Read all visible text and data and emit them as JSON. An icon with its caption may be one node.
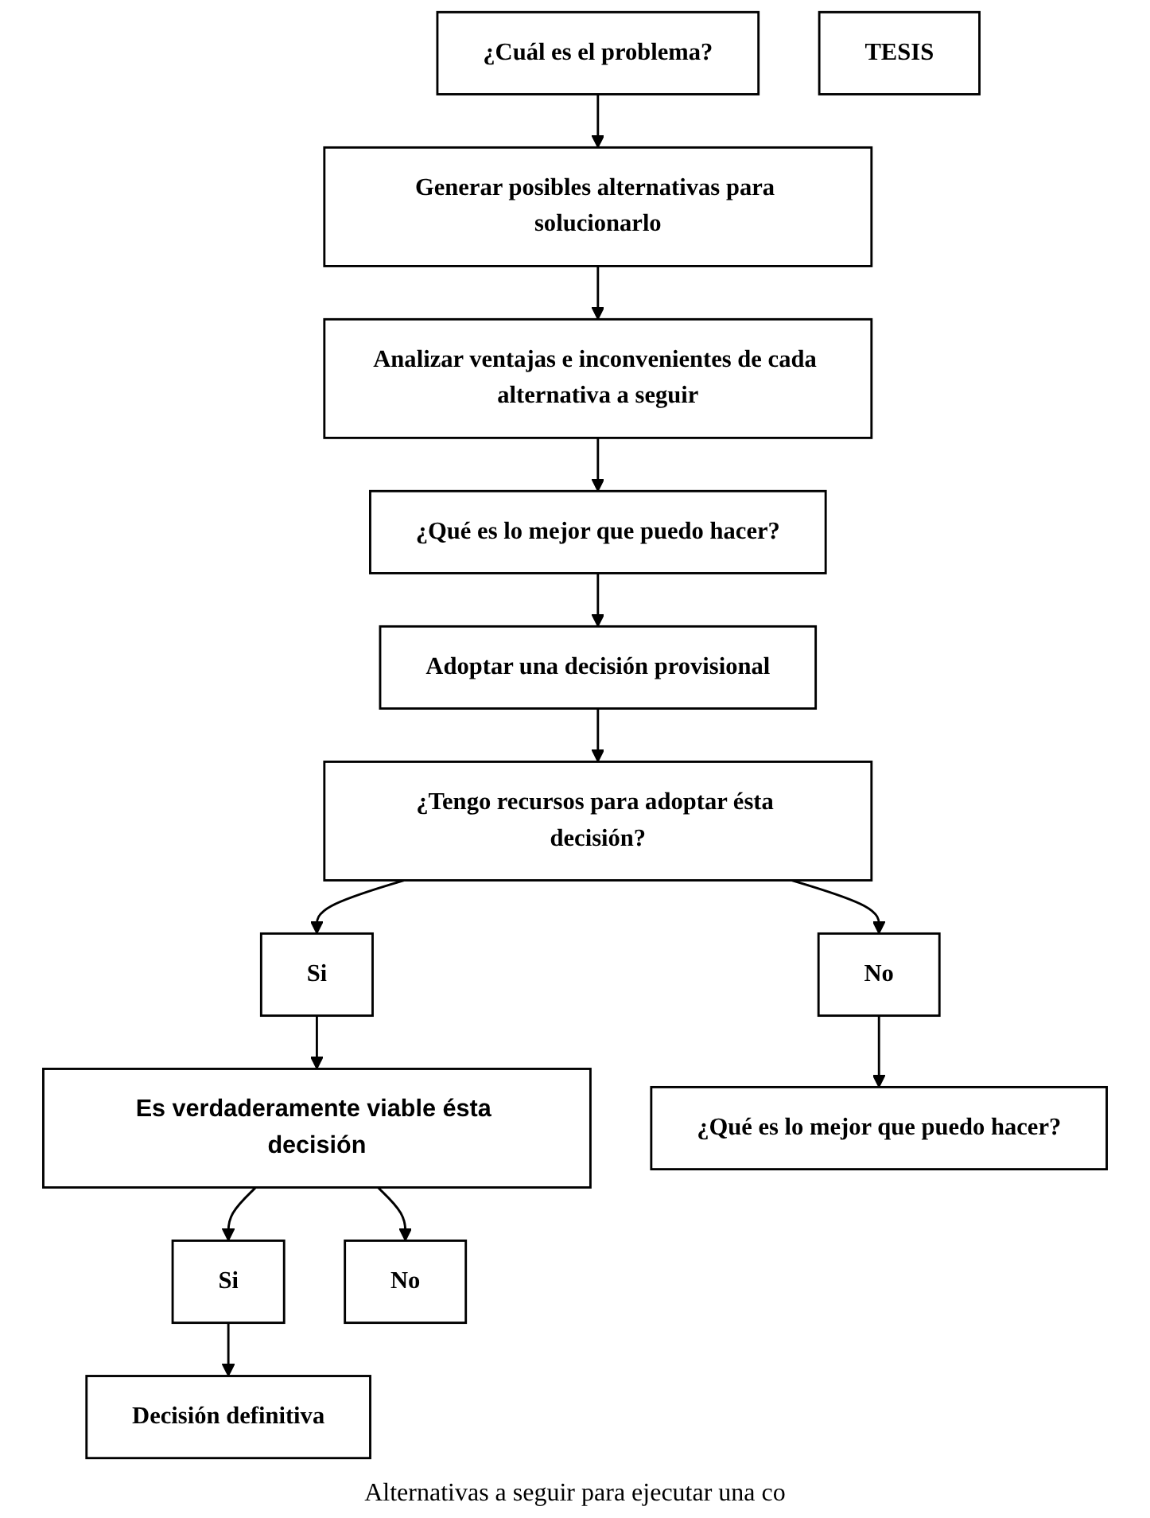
{
  "diagram": {
    "caption": "Alternativas a seguir para ejecutar una co",
    "nodes": [
      {
        "text": [
          "¿Cuál es el problema?"
        ]
      },
      {
        "text": [
          "Generar posibles alternativas para solucionarlo"
        ]
      },
      {
        "text": [
          "Analizar ventajas e inconvenientes de cada alternativa a seguir"
        ]
      },
      {
        "text": [
          "¿Qué es lo mejor que puedo hacer?"
        ]
      },
      {
        "text": [
          "Adoptar una decisión provisional"
        ]
      },
      {
        "text": [
          "¿Tengo recursos para adoptar ésta decisión?"
        ]
      },
      {
        "text": [
          "Si"
        ]
      },
      {
        "text": [
          "No"
        ]
      },
      {
        "text": [
          "Es verdaderamente viable ésta decisión"
        ]
      },
      {
        "text": [
          "¿Qué es lo mejor que puedo hacer?"
        ]
      },
      {
        "text": [
          "Si"
        ]
      },
      {
        "text": [
          "No"
        ]
      },
      {
        "text": [
          "Decisión definitiva"
        ]
      },
      {
        "text": [
          "TESIS"
        ]
      }
    ],
    "edges": [
      {
        "from": 0,
        "to": 1,
        "arrow": "to"
      },
      {
        "from": 1,
        "to": 2,
        "arrow": "to"
      },
      {
        "from": 2,
        "to": 3,
        "arrow": "to"
      },
      {
        "from": 3,
        "to": 4,
        "arrow": "to"
      },
      {
        "from": 4,
        "to": 5,
        "arrow": "to"
      },
      {
        "from": 5,
        "to": 6,
        "arrow": "to"
      },
      {
        "from": 5,
        "to": 7,
        "arrow": "to"
      },
      {
        "from": 6,
        "to": 8,
        "arrow": "to"
      },
      {
        "from": 7,
        "to": 9,
        "arrow": "to"
      },
      {
        "from": 8,
        "to": 10,
        "arrow": "to"
      },
      {
        "from": 8,
        "to": 11,
        "arrow": "to"
      },
      {
        "from": 10,
        "to": 12,
        "arrow": "to"
      }
    ]
  }
}
